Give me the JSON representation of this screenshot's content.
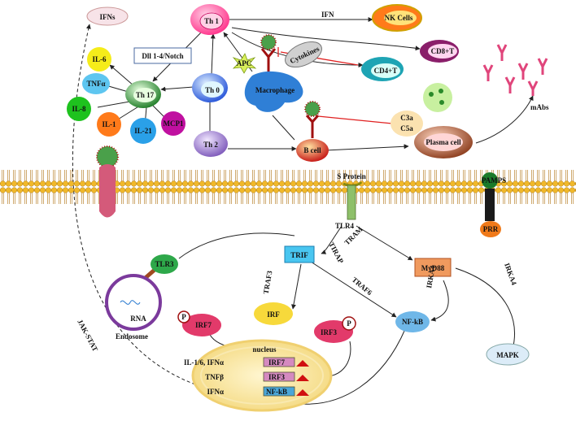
{
  "colors": {
    "membrane_head": "#f0b82a",
    "membrane_tail": "#e7c98a",
    "th1": "#ff4f9a",
    "th17": "#1f8a2a",
    "th0": "#3d6fff",
    "th2": "#9b77cf",
    "macrophage": "#2f7fd6",
    "b_cell": "#d61c1c",
    "plasma": "#a0522d",
    "nk": "#ff7a1a",
    "cd8": "#8a1e6a",
    "cd4": "#1ea4b4",
    "trif": "#49c6f0",
    "myd88": "#f09a5e",
    "irf": "#f7d93b",
    "irf_side": "#e23a6a",
    "nfkb": "#6fb7e8",
    "endosome": "#7b3a9c",
    "tlr3": "#2ea84a",
    "mabs": "#e0457b",
    "nucleus": "#f7e39a"
  },
  "immune": {
    "ifns": "IFNs",
    "th1": "Th 1",
    "th0": "Th 0",
    "th2": "Th 2",
    "th17": "Th 17",
    "nk_cells": "NK Cells",
    "cd8": "CD8+T",
    "cd4": "CD4+T",
    "ifn": "IFN",
    "dll": "Dll 1-4/Notch",
    "apc": "APC",
    "cytokines": "Cytokines",
    "macrophage": "Macrophage",
    "b_cell": "B cell",
    "plasma_cell": "Plasma cell",
    "c3a": "C3a",
    "c5a": "C5a",
    "mabs": "mAbs"
  },
  "cytokines": {
    "il6": "IL-6",
    "tnfa": "TNFα",
    "il8": "IL-8",
    "il1": "IL-1",
    "il21": "IL-21",
    "mcp1": "MCP1"
  },
  "membrane": {
    "s_protein": "S Protein",
    "pamps": "PAMPS",
    "prr": "PRR",
    "tlr4": "TLR4"
  },
  "signaling": {
    "tirap": "TIRAP",
    "tram": "TRAM",
    "trif": "TRIF",
    "myd88": "MyD88",
    "irka4_right": "IRKA4",
    "irka4_mid": "IRKA4",
    "traf3": "TRAF3",
    "traf6": "TRAF6",
    "tlr3": "TLR3",
    "rna": "RNA",
    "endosome": "Endosome",
    "irf7": "IRF7",
    "irf": "IRF",
    "irf3": "IRF3",
    "p7": "P",
    "p3": "P",
    "nfkb": "NF-kB",
    "mapk": "MAPK",
    "jak_stat": "JAK-STAT"
  },
  "nucleus": {
    "label": "nucleus",
    "box_irf7": "IRF7",
    "box_irf3": "IRF3",
    "box_nfkb": "NF-kB",
    "out1": "IL-1/6, IFNα",
    "out2": "TNFβ",
    "out3": "IFNα"
  }
}
